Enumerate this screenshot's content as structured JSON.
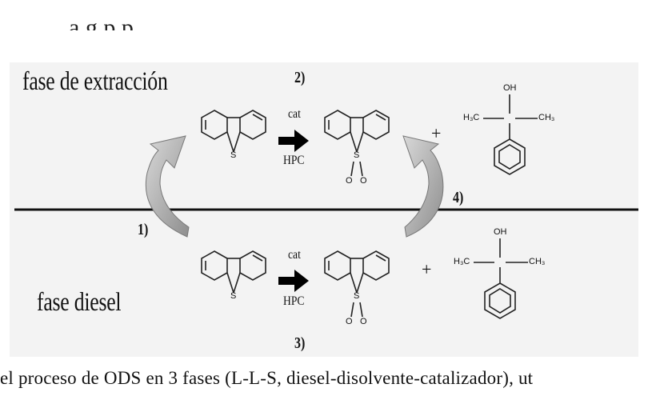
{
  "top_fragment": "a   g         p                        p",
  "figure": {
    "phase_top": "fase de extracción",
    "phase_bottom": "fase diesel",
    "step1": "1)",
    "step2": "2)",
    "step3": "3)",
    "step4": "4)",
    "cat_top": "cat",
    "hpc_top": "HPC",
    "cat_bottom": "cat",
    "hpc_bottom": "HPC",
    "plus": "+",
    "atom_S": "S",
    "atom_O": "O",
    "atom_OH": "OH",
    "atom_H3C": "H₃C",
    "atom_CH3": "CH₃"
  },
  "caption": "el proceso de ODS en 3 fases (L-L-S, diesel-disolvente-catalizador), ut"
}
